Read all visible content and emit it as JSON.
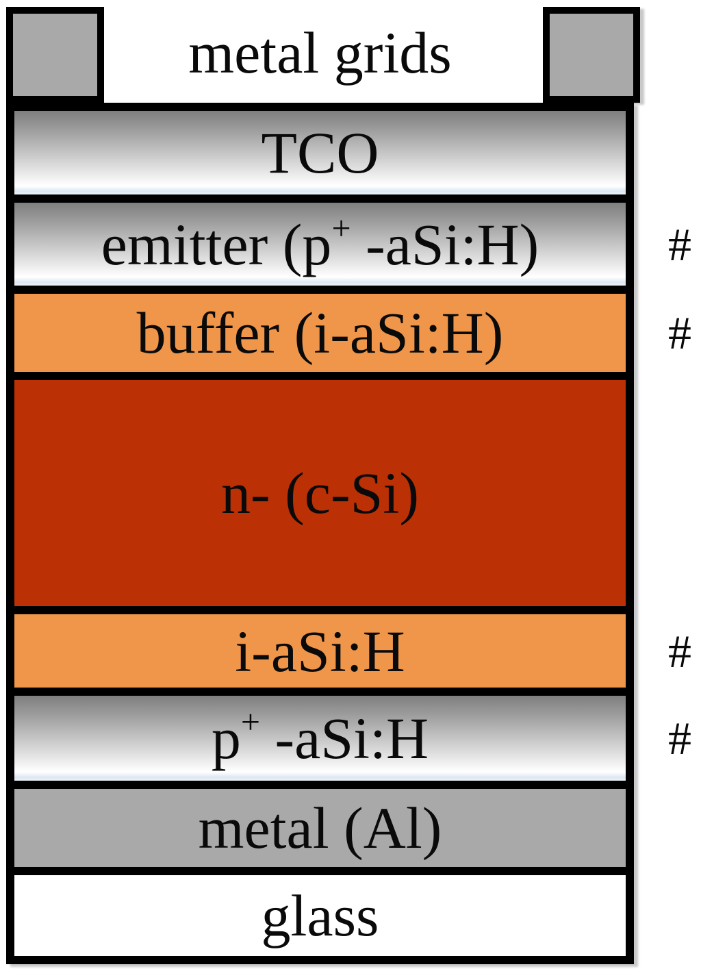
{
  "colors": {
    "metal-gray": "#a9a9a9",
    "orange": "#f0964a",
    "silicon-red": "#bc3005",
    "border-black": "#000000",
    "shadow-gray": "#c9c9c9",
    "text-black": "#0a0a0a"
  },
  "diagram": {
    "top_label": "metal grids",
    "hash": "#",
    "layers": {
      "tco": {
        "label": "TCO"
      },
      "emitter": {
        "pre": "emitter (p",
        "sup": "+",
        "post": " -aSi:H)"
      },
      "buffer": {
        "label": "buffer (i-aSi:H)"
      },
      "absorber": {
        "label": "n- (c-Si)"
      },
      "i_asih": {
        "label": "i-aSi:H"
      },
      "p_asih": {
        "pre": "p",
        "sup": "+",
        "post": " -aSi:H"
      },
      "metal_al": {
        "label": "metal (Al)"
      },
      "glass": {
        "label": "glass"
      }
    }
  }
}
